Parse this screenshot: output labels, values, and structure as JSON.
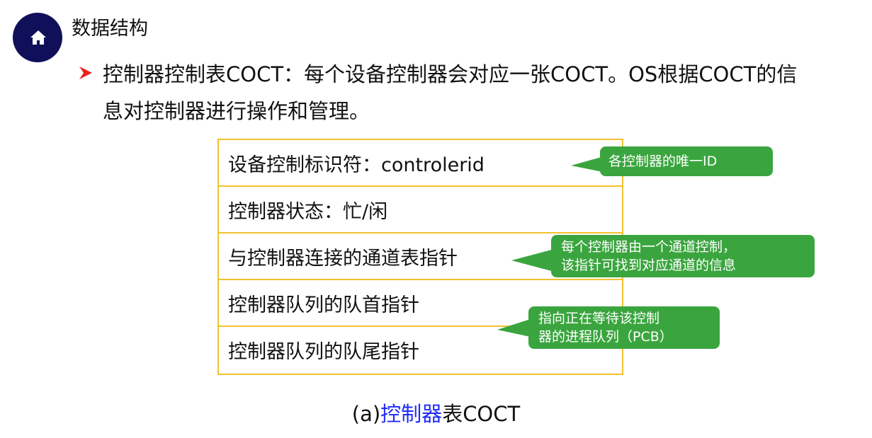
{
  "header": {
    "title": "数据结构"
  },
  "bullet": {
    "text": "控制器控制表COCT：每个设备控制器会对应一张COCT。OS根据COCT的信息对控制器进行操作和管理。"
  },
  "table": {
    "rows": [
      "设备控制标识符：controlerid",
      "控制器状态：忙/闲",
      "与控制器连接的通道表指针",
      "控制器队列的队首指针",
      "控制器队列的队尾指针"
    ]
  },
  "callouts": [
    {
      "lines": [
        "各控制器的唯一ID"
      ]
    },
    {
      "lines": [
        "每个控制器由一个通道控制，",
        "该指针可找到对应通道的信息"
      ]
    },
    {
      "lines": [
        "指向正在等待该控制",
        "器的进程队列（PCB）"
      ]
    }
  ],
  "caption": {
    "prefix": "(a)",
    "highlight": "控制器",
    "suffix": "表COCT"
  },
  "colors": {
    "badge": "#10105a",
    "bullet_arrow": "#e8231d",
    "table_border": "#f2c12e",
    "callout_fill": "#3aa53e",
    "caption_highlight": "#1f2bf5"
  },
  "icons": {
    "badge": "home-icon",
    "bullet": "arrow-bullet-icon"
  }
}
